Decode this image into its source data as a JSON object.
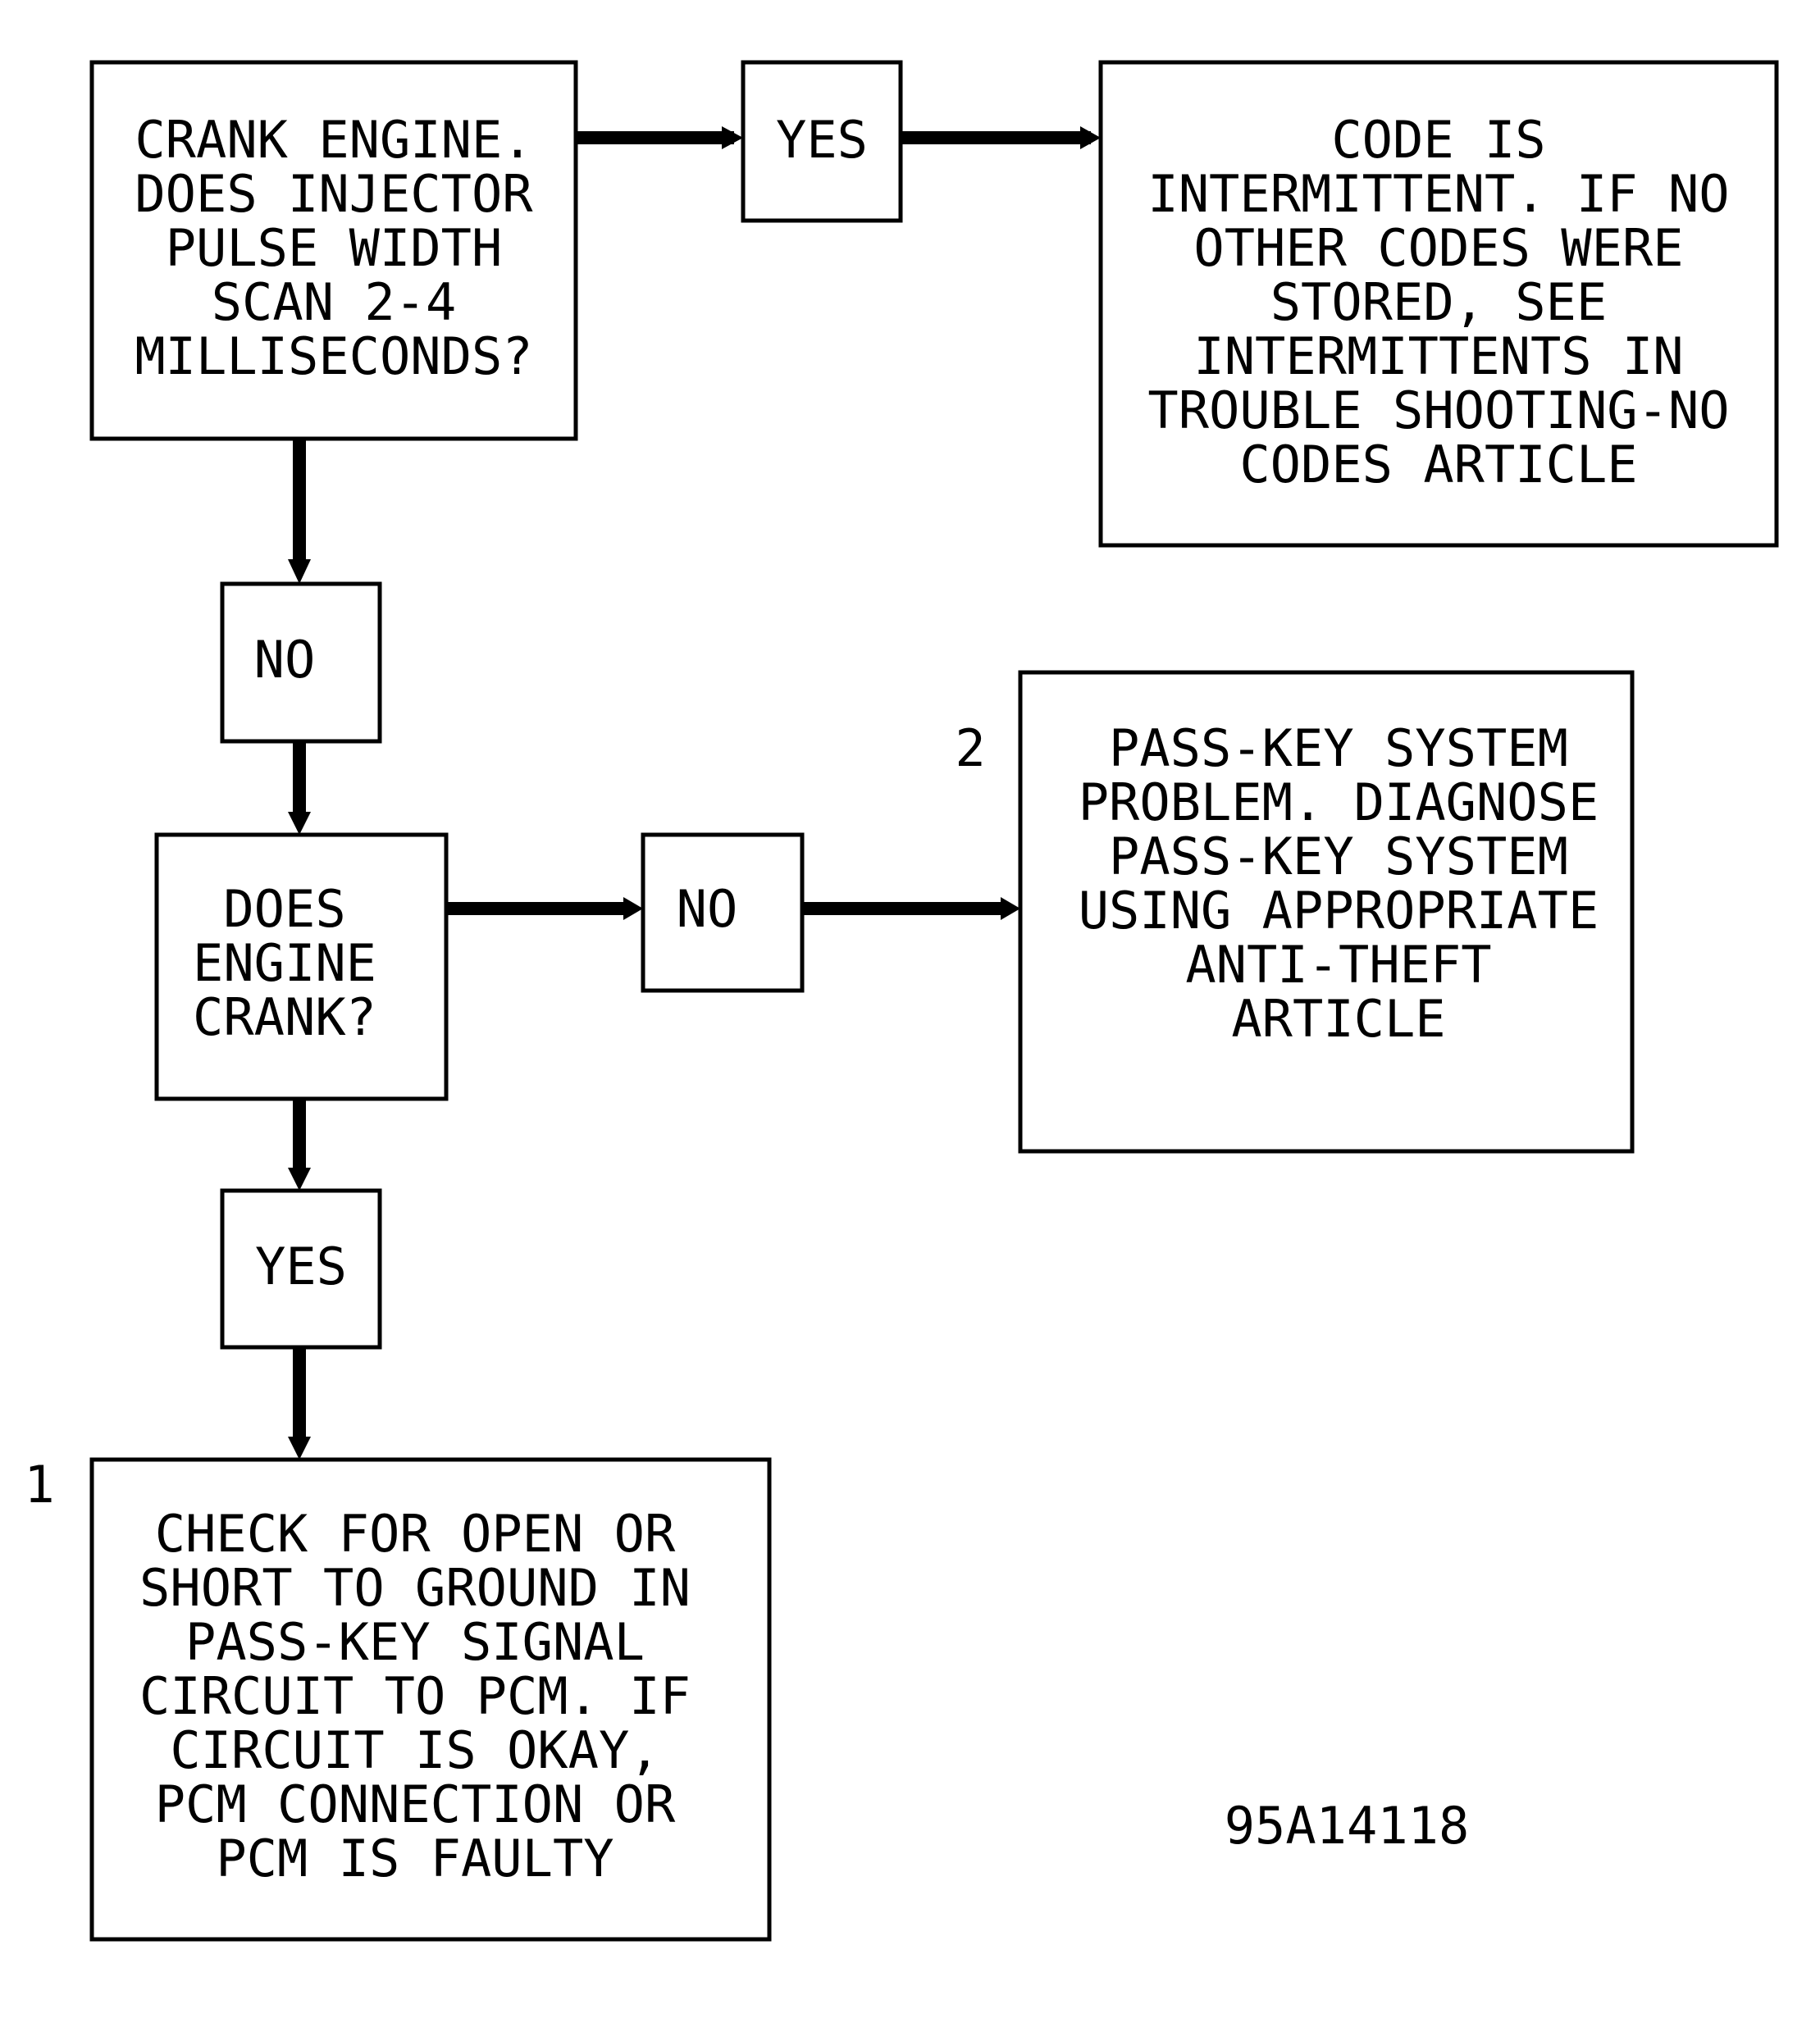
{
  "colors": {
    "line": "#000000",
    "background": "#ffffff"
  },
  "boxes": {
    "crank_question": [
      "CRANK ENGINE.",
      "DOES INJECTOR",
      "PULSE WIDTH",
      "SCAN 2-4",
      "MILLISECONDS?"
    ],
    "yes_top": [
      "YES"
    ],
    "intermittent": [
      "CODE IS",
      "INTERMITTENT. IF NO",
      "OTHER CODES WERE",
      "STORED, SEE",
      "INTERMITTENTS IN",
      "TROUBLE SHOOTING-NO",
      "CODES ARTICLE"
    ],
    "no_left": [
      "NO"
    ],
    "does_engine_crank": [
      "DOES",
      "ENGINE",
      "CRANK?"
    ],
    "no_mid": [
      "NO"
    ],
    "passkey_problem": [
      "PASS-KEY SYSTEM",
      "PROBLEM. DIAGNOSE",
      "PASS-KEY SYSTEM",
      "USING APPROPRIATE",
      "ANTI-THEFT",
      "ARTICLE"
    ],
    "yes_bottom": [
      "YES"
    ],
    "check_circuit": [
      "CHECK FOR OPEN OR",
      "SHORT TO GROUND IN",
      "PASS-KEY SIGNAL",
      "CIRCUIT TO PCM. IF",
      "CIRCUIT IS OKAY,",
      "PCM CONNECTION OR",
      "PCM IS FAULTY"
    ]
  },
  "labels": {
    "step_1": "1",
    "step_2": "2",
    "figure_id": "95A14118"
  }
}
